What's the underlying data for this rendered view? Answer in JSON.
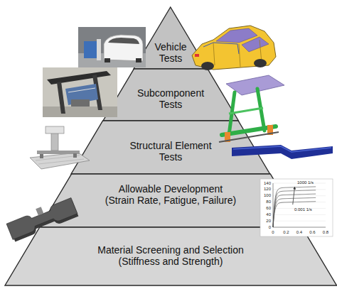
{
  "diagram": {
    "nodes": [
      {
        "text": [
          "Vehicle Tests"
        ]
      },
      {
        "text": [
          "Subcomponent Tests"
        ]
      },
      {
        "text": [
          "Structural Element Tests"
        ]
      },
      {
        "text": [
          "Allowable Development (Strain Rate, Fatigue, Failure)"
        ]
      },
      {
        "text": [
          "Material Screening and Selection (Stiffness and Strength)"
        ]
      }
    ],
    "labels": [
      "1000 1/s",
      "0.001 1/s",
      "140",
      "120",
      "100",
      "80",
      "60",
      "40",
      "20",
      "0",
      "0",
      "0.2",
      "0.4",
      "0.6",
      "0.8"
    ]
  }
}
